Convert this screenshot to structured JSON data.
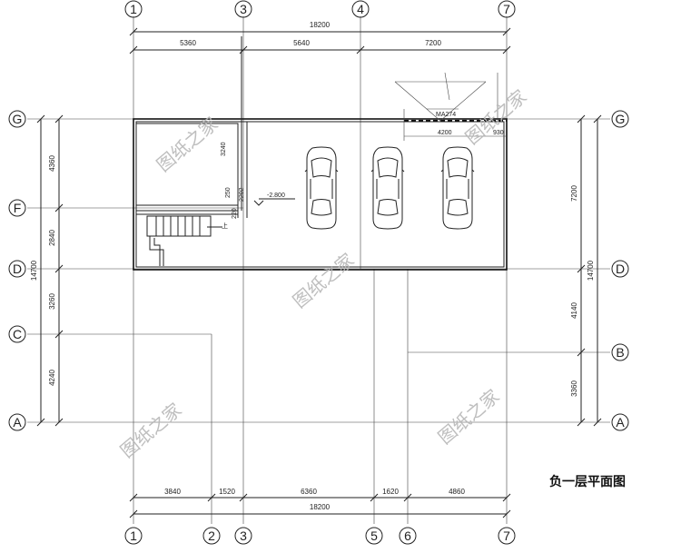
{
  "title": "负一层平面图",
  "watermark": "图纸之家",
  "top_total": "18200",
  "top_segments": [
    "5360",
    "5640",
    "7200"
  ],
  "bottom_total": "18200",
  "bottom_segments": [
    "3840",
    "1520",
    "6360",
    "1620",
    "4860"
  ],
  "left_total": "14700",
  "left_segments": [
    "4360",
    "2840",
    "3260",
    "4240"
  ],
  "right_total": "14700",
  "right_segments": [
    "7200",
    "4140",
    "3360"
  ],
  "top_axes": [
    "1",
    "3",
    "4",
    "7"
  ],
  "bottom_axes": [
    "1",
    "2",
    "3",
    "5",
    "6",
    "7"
  ],
  "left_axes": [
    "G",
    "F",
    "D",
    "C",
    "A"
  ],
  "right_axes": [
    "G",
    "D",
    "B",
    "A"
  ],
  "door": {
    "tag": "MA274",
    "dim1": "4200",
    "dim2": "930"
  },
  "elevation": "-2.800",
  "room_dims": {
    "d3240": "3240",
    "d2202": "2202",
    "d250": "250",
    "d220": "220"
  },
  "stair_mark": "上"
}
